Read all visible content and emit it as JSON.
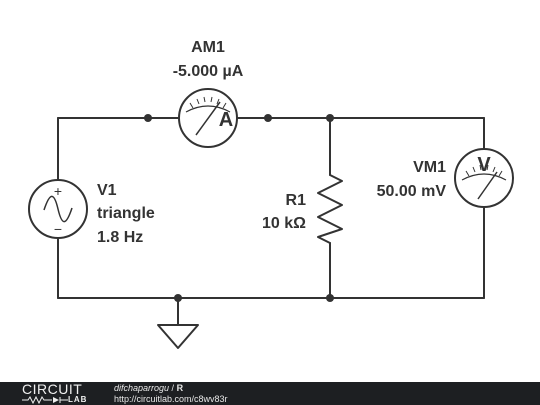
{
  "schematic": {
    "ammeter": {
      "name": "AM1",
      "reading": "-5.000 µA",
      "symbol": "A"
    },
    "voltmeter": {
      "name": "VM1",
      "reading": "50.00 mV",
      "symbol": "V"
    },
    "source": {
      "name": "V1",
      "waveform": "triangle",
      "frequency": "1.8 Hz",
      "plus_sign": "+",
      "minus_sign": "−"
    },
    "resistor": {
      "name": "R1",
      "value": "10 kΩ"
    },
    "colors": {
      "wire": "#333333",
      "text": "#333333",
      "background": "#ffffff",
      "footer": "#1d1f22"
    }
  },
  "footer": {
    "logo_top": "CIRCUIT",
    "logo_bottom": "LAB",
    "author": "difchaparrogu",
    "separator": " / ",
    "circuit_title": "R",
    "url": "http://circuitlab.com/c8wv83r"
  }
}
